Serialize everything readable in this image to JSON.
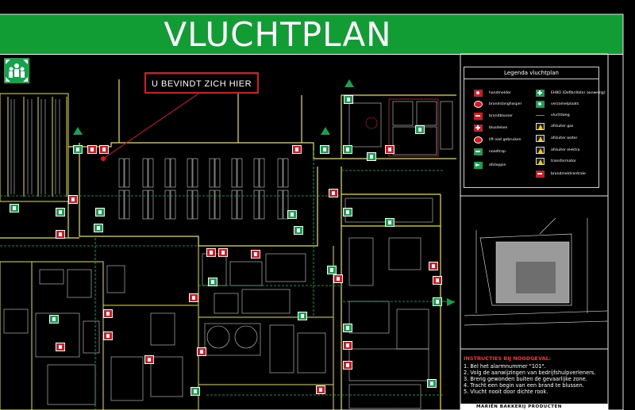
{
  "plan": {
    "title": "VLUCHTPLAN",
    "you_are_here": "U BEVINDT ZICH HIER"
  },
  "legend": {
    "title": "Legenda vluchtplan",
    "items_left": [
      {
        "label": "handmelder",
        "icon": "fire-alarm-call-point-icon",
        "color": "#e0141c"
      },
      {
        "label": "brandslanghaspel",
        "icon": "fire-hose-reel-icon",
        "color": "#e0141c"
      },
      {
        "label": "brandblusser",
        "icon": "fire-extinguisher-icon",
        "color": "#e0141c"
      },
      {
        "label": "blusdeken",
        "icon": "fire-blanket-icon",
        "color": "#e0141c"
      },
      {
        "label": "lift niet gebruiken",
        "icon": "no-elevator-icon",
        "color": "#e0141c"
      },
      {
        "label": "noodtrap",
        "icon": "emergency-ladder-icon",
        "color": "#13a34a"
      },
      {
        "label": "afsteppin",
        "icon": "exit-icon",
        "color": "#13a34a"
      }
    ],
    "items_right": [
      {
        "label": "EHBO (Defibrillator aanwezig)",
        "icon": "first-aid-icon",
        "color": "#13a34a"
      },
      {
        "label": "verzamelplaats",
        "icon": "assembly-point-icon",
        "color": "#13a34a"
      },
      {
        "label": "vluchtweg",
        "icon": "escape-route-icon",
        "color": "#19c64a"
      },
      {
        "label": "afsluiter gas",
        "icon": "gas-shutoff-icon",
        "color": "#f5c800"
      },
      {
        "label": "afsluiter water",
        "icon": "water-shutoff-icon",
        "color": "#f5c800"
      },
      {
        "label": "afsluiter elektra",
        "icon": "electric-shutoff-icon",
        "color": "#f5c800"
      },
      {
        "label": "transformator",
        "icon": "transformer-icon",
        "color": "#f5c800"
      },
      {
        "label": "brandmeldcentrale",
        "icon": "fire-alarm-panel-icon",
        "color": "#e0141c"
      }
    ]
  },
  "instructions": {
    "heading": "INSTRUCTIES BIJ NOODGEVAL:",
    "steps": [
      "1. Bel het alarmnummer \"101\".",
      "2. Volg de aanwijzingen van bedrijfshulpverleners.",
      "3. Breng gewonden buiten de gevaarlijke zone.",
      "4. Tracht een begin van een brand te blussen.",
      "5. Vlucht nooit door dichte rook."
    ]
  },
  "company": "MARIËN BAKKERIJ PRODUCTEN",
  "colors": {
    "background": "#000000",
    "title_band": "#119c34",
    "walls": "#e8e23a",
    "escape_sign": "#13a34a",
    "fire_equipment": "#e0141c",
    "marker": "#e0141c"
  }
}
